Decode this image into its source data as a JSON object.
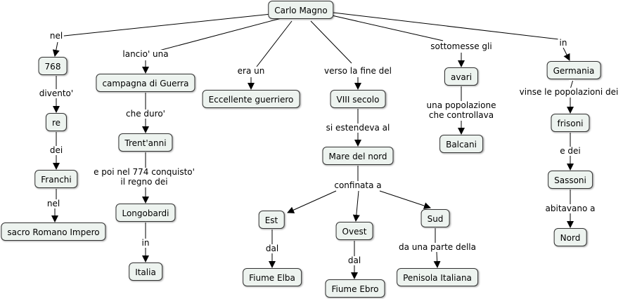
{
  "nodes": {
    "carlo_magno": "Carlo Magno",
    "n768": "768",
    "re": "re",
    "franchi": "Franchi",
    "sacro": "sacro Romano Impero",
    "campagna": "campagna di Guerra",
    "trentanni": "Trent'anni",
    "longobardi": "Longobardi",
    "italia": "Italia",
    "guerriero": "Eccellente guerriero",
    "viii": "VIII secolo",
    "mare": "Mare del nord",
    "est": "Est",
    "ovest": "Ovest",
    "sud": "Sud",
    "elba": "Fiume Elba",
    "ebro": "Fiume Ebro",
    "penisola": "Penisola Italiana",
    "avari": "avari",
    "balcani": "Balcani",
    "germania": "Germania",
    "frisoni": "frisoni",
    "sassoni": "Sassoni",
    "nord": "Nord"
  },
  "links": {
    "nel1": "nel",
    "divento": "divento'",
    "dei1": "dei",
    "nel2": "nel",
    "lancio": "lancio' una",
    "che_duro": "che duro'",
    "e_poi_1": "e poi nel 774 conquisto'",
    "e_poi_2": "il regno dei",
    "in1": "in",
    "era_un": "era un",
    "verso": "verso la fine del",
    "si_estendeva": "si estendeva al",
    "confinata": "confinata a",
    "dal1": "dal",
    "dal2": "dal",
    "da_una": "da una parte della",
    "sottomesse": "sottomesse gli",
    "una_pop_1": "una popolazione",
    "una_pop_2": "che controllava",
    "in2": "in",
    "vinse_1": "/",
    "vinse_2": "vinse le popolazioni dei",
    "e_dei": "e dei",
    "abitavano": "abitavano a"
  }
}
